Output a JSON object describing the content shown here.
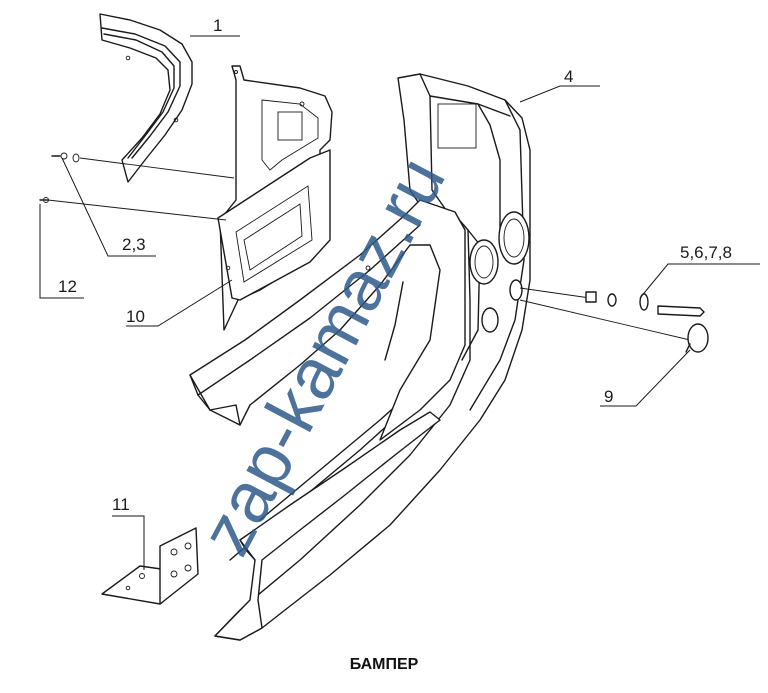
{
  "caption": "БАМПЕР",
  "watermark": "zap-kamaz.ru",
  "callouts": {
    "c1": "1",
    "c4": "4",
    "c23": "2,3",
    "c5678": "5,6,7,8",
    "c9": "9",
    "c10": "10",
    "c11": "11",
    "c12": "12"
  },
  "colors": {
    "line": "#1a1a1a",
    "watermark": "#2e5a8a"
  }
}
